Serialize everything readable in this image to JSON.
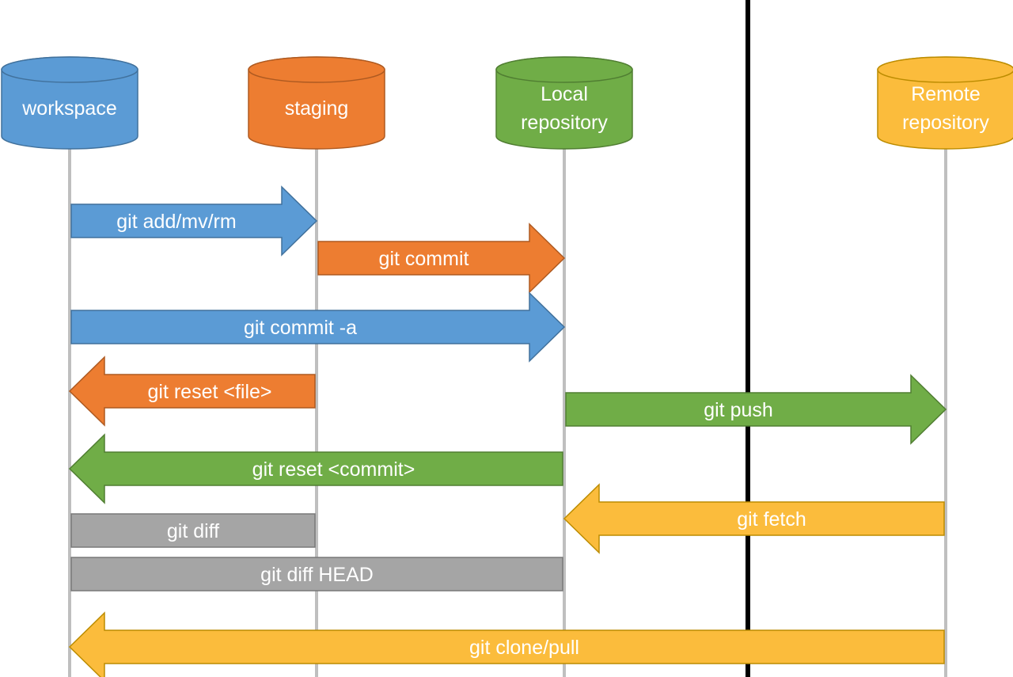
{
  "colors": {
    "blue": "#5b9bd5",
    "blue_stroke": "#41719c",
    "orange": "#ed7d31",
    "orange_stroke": "#ae5a21",
    "green": "#70ad47",
    "green_stroke": "#507e32",
    "yellow": "#fbbc3c",
    "yellow_stroke": "#bc8c00",
    "gray": "#a5a5a5",
    "gray_stroke": "#787878",
    "lifeline": "#bfbfbf",
    "divider": "#000000"
  },
  "nodes": [
    {
      "id": "workspace",
      "lines": [
        "workspace"
      ],
      "color": "blue"
    },
    {
      "id": "staging",
      "lines": [
        "staging"
      ],
      "color": "orange"
    },
    {
      "id": "local",
      "lines": [
        "Local",
        "repository"
      ],
      "color": "green"
    },
    {
      "id": "remote",
      "lines": [
        "Remote",
        "repository"
      ],
      "color": "yellow"
    }
  ],
  "commands": [
    {
      "id": "git-add",
      "label": "git add/mv/rm",
      "from": "workspace",
      "to": "staging",
      "color": "blue",
      "kind": "arrow"
    },
    {
      "id": "git-commit",
      "label": "git commit",
      "from": "staging",
      "to": "local",
      "color": "orange",
      "kind": "arrow"
    },
    {
      "id": "git-commit-a",
      "label": "git commit -a",
      "from": "workspace",
      "to": "local",
      "color": "blue",
      "kind": "arrow"
    },
    {
      "id": "git-reset-file",
      "label": "git reset <file>",
      "from": "staging",
      "to": "workspace",
      "color": "orange",
      "kind": "arrow"
    },
    {
      "id": "git-push",
      "label": "git push",
      "from": "local",
      "to": "remote",
      "color": "green",
      "kind": "arrow"
    },
    {
      "id": "git-reset-commit",
      "label": "git reset <commit>",
      "from": "local",
      "to": "workspace",
      "color": "green",
      "kind": "arrow"
    },
    {
      "id": "git-fetch",
      "label": "git fetch",
      "from": "remote",
      "to": "local",
      "color": "yellow",
      "kind": "arrow"
    },
    {
      "id": "git-diff",
      "label": "git diff",
      "from": "workspace",
      "to": "staging",
      "color": "gray",
      "kind": "bar"
    },
    {
      "id": "git-diff-head",
      "label": "git diff HEAD",
      "from": "workspace",
      "to": "local",
      "color": "gray",
      "kind": "bar"
    },
    {
      "id": "git-clone-pull",
      "label": "git clone/pull",
      "from": "remote",
      "to": "workspace",
      "color": "yellow",
      "kind": "arrow"
    }
  ]
}
